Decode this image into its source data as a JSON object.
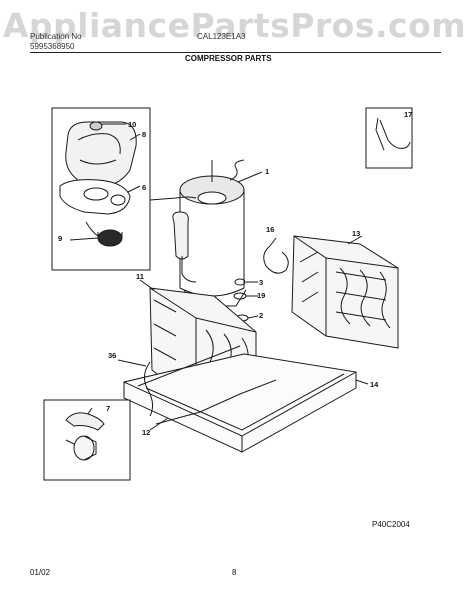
{
  "watermark": "AppliancePartsPros.com",
  "header": {
    "left_line1": "Publication No",
    "left_line2": "5995368950",
    "center_line1": "CAL123E1A3",
    "section_title": "COMPRESSOR PARTS"
  },
  "callouts": [
    "1",
    "2",
    "3",
    "6",
    "7",
    "8",
    "9",
    "10",
    "11",
    "12",
    "13",
    "14",
    "16",
    "17",
    "19",
    "36"
  ],
  "diagram_code": "P40C2004",
  "footer": {
    "date": "01/02",
    "page": "8"
  },
  "colors": {
    "line": "#1a1a1a",
    "watermark": "#d6d6d6"
  }
}
